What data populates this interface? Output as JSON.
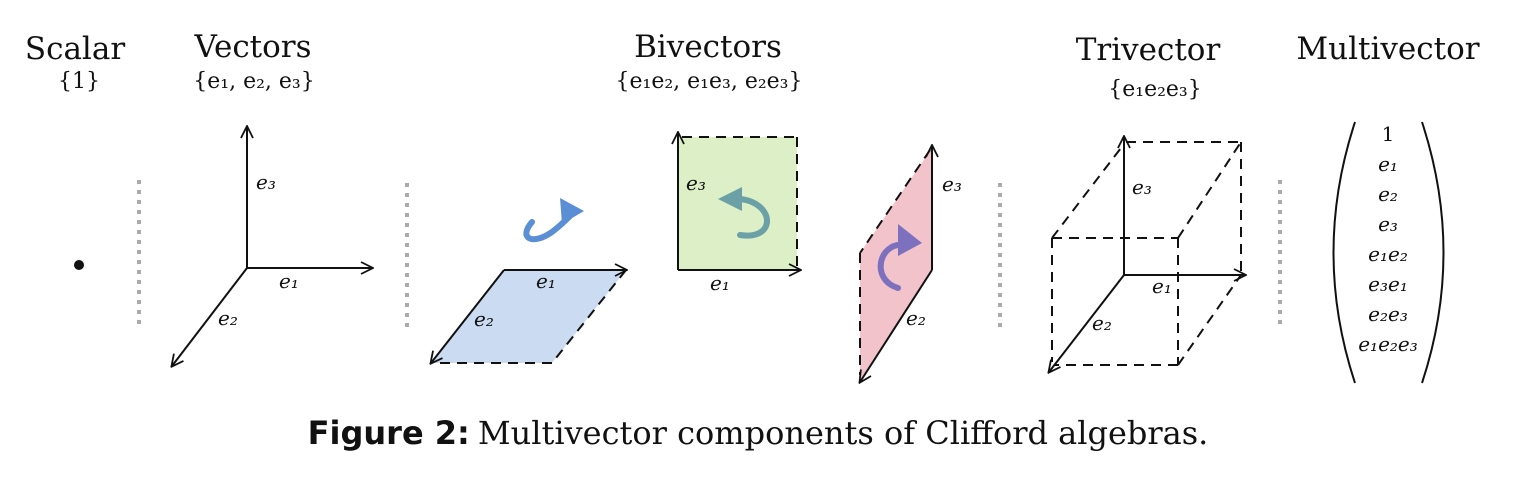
{
  "headings": {
    "scalar": "Scalar",
    "vectors": "Vectors",
    "bivectors": "Bivectors",
    "trivector": "Trivector",
    "multivector": "Multivector"
  },
  "basis_sets": {
    "scalar": "{1}",
    "vectors": "{e₁, e₂, e₃}",
    "bivectors": "{e₁e₂, e₁e₃, e₂e₃}",
    "trivector": "{e₁e₂e₃}"
  },
  "axis_labels": {
    "e1": "e₁",
    "e2": "e₂",
    "e3": "e₃"
  },
  "multivector_components": [
    "1",
    "e₁",
    "e₂",
    "e₃",
    "e₁e₂",
    "e₃e₁",
    "e₂e₃",
    "e₁e₂e₃"
  ],
  "caption": {
    "label": "Figure 2:",
    "text": "Multivector components of Clifford algebras."
  },
  "colors": {
    "plane_e1e2": "#cbdcf2",
    "plane_e1e3": "#dcefc6",
    "plane_e2e3": "#f3c3cb",
    "arrow_e1e2": "#5a8fd6",
    "arrow_e1e3": "#6aa0a6",
    "arrow_e2e3": "#7d70be",
    "separator": "#aaaaaa"
  }
}
